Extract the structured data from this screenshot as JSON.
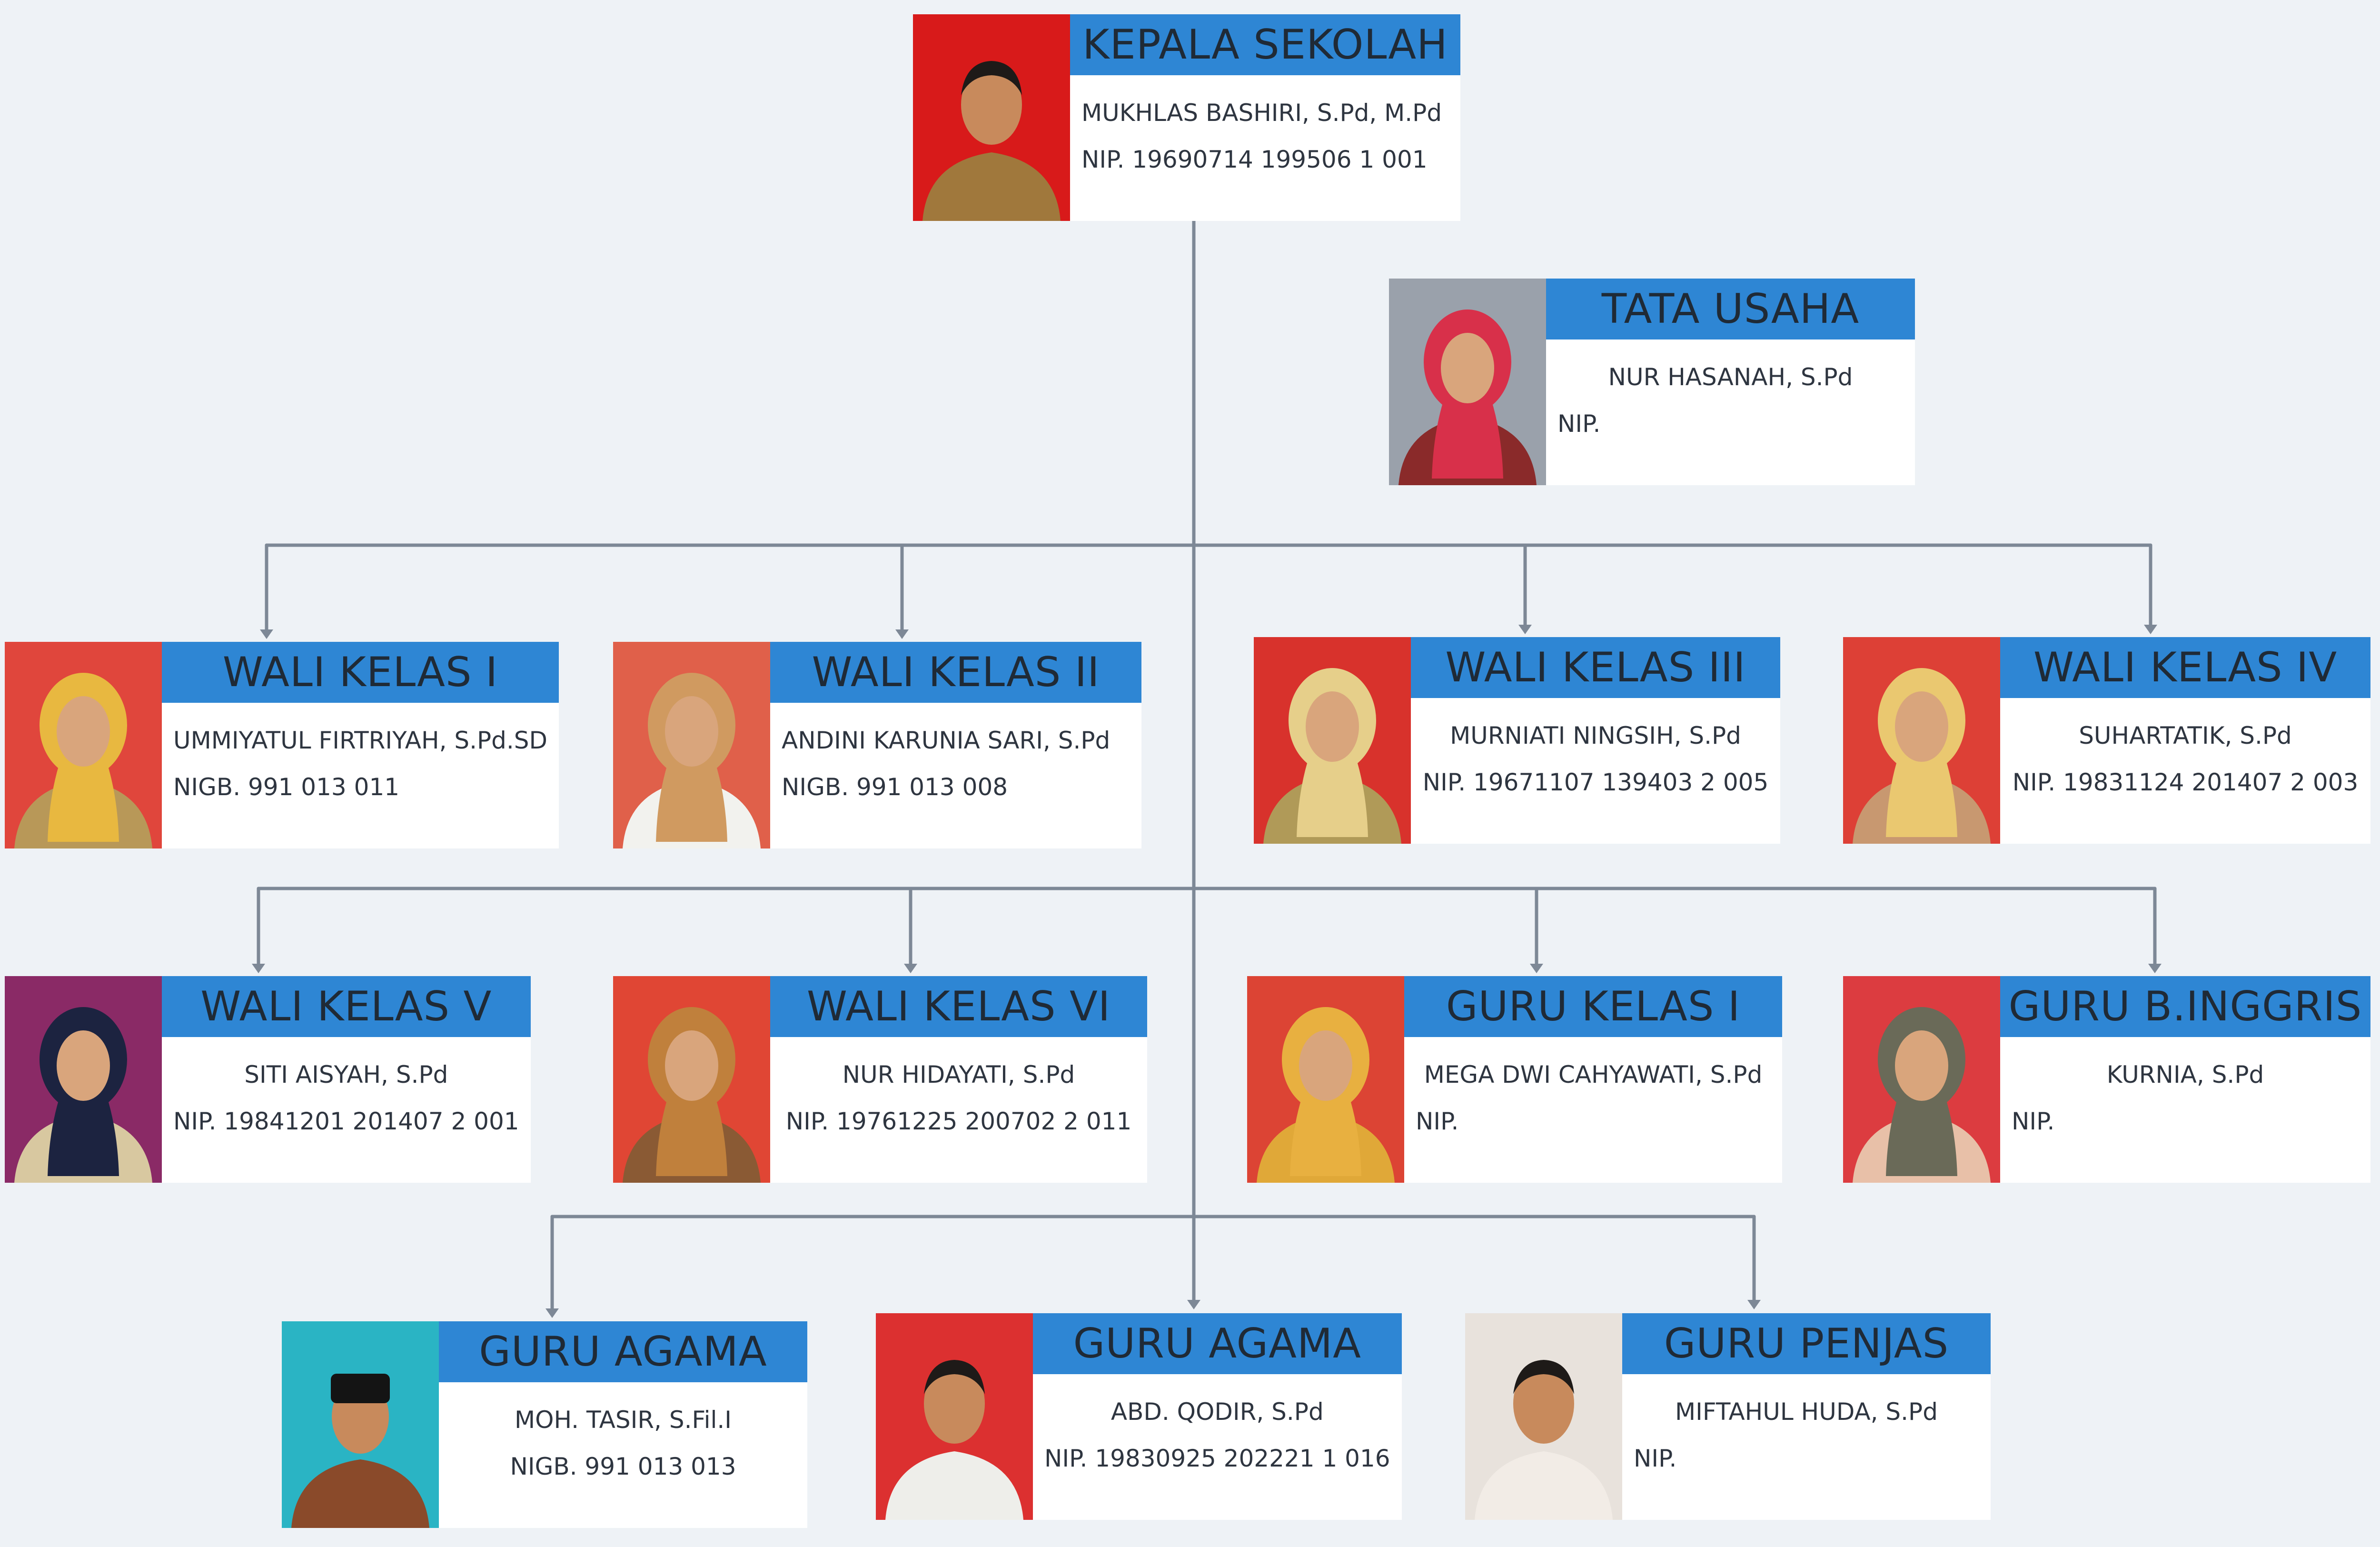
{
  "cards": [
    {
      "key": "kepala",
      "title": "KEPALA SEKOLAH",
      "name": "MUKHLAS BASHIRI, S.Pd, M.Pd",
      "id": "NIP. 19690714 199506 1 001",
      "name_align": "left",
      "id_align": "left",
      "photo_bg": "#d81a1a",
      "clothing": "#a0783c",
      "hijab": "none",
      "hijab_color": ""
    },
    {
      "key": "tata-usaha",
      "title": "TATA USAHA",
      "name": "NUR HASANAH, S.Pd",
      "id": "NIP.",
      "name_align": "center",
      "id_align": "left",
      "photo_bg": "#9aa1ab",
      "clothing": "#8a2a2a",
      "hijab": "scarf",
      "hijab_color": "#d8304a"
    },
    {
      "key": "wali-kelas-1",
      "title": "WALI KELAS I",
      "name": "UMMIYATUL FIRTRIYAH, S.Pd.SD",
      "id": "NIGB. 991 013 011",
      "name_align": "left",
      "id_align": "left",
      "photo_bg": "#e0463c",
      "clothing": "#b89858",
      "hijab": "scarf",
      "hijab_color": "#e8b840"
    },
    {
      "key": "wali-kelas-2",
      "title": "WALI KELAS II",
      "name": "ANDINI KARUNIA SARI, S.Pd",
      "id": "NIGB. 991 013 008",
      "name_align": "left",
      "id_align": "left",
      "photo_bg": "#e0604a",
      "clothing": "#f2f2ee",
      "hijab": "scarf",
      "hijab_color": "#d09a60"
    },
    {
      "key": "wali-kelas-3",
      "title": "WALI KELAS III",
      "name": "MURNIATI NINGSIH, S.Pd",
      "id": "NIP. 19671107 139403 2 005",
      "name_align": "center",
      "id_align": "center",
      "photo_bg": "#d8322c",
      "clothing": "#b09a58",
      "hijab": "scarf",
      "hijab_color": "#e6cf8a"
    },
    {
      "key": "wali-kelas-4",
      "title": "WALI KELAS IV",
      "name": "SUHARTATIK, S.Pd",
      "id": "NIP. 19831124 201407 2 003",
      "name_align": "center",
      "id_align": "center",
      "photo_bg": "#dd4036",
      "clothing": "#c89870",
      "hijab": "scarf",
      "hijab_color": "#eac870"
    },
    {
      "key": "wali-kelas-5",
      "title": "WALI KELAS V",
      "name": "SITI AISYAH, S.Pd",
      "id": "NIP. 19841201 201407 2 001",
      "name_align": "center",
      "id_align": "center",
      "photo_bg": "#8a2a66",
      "clothing": "#d8c8a0",
      "hijab": "scarf",
      "hijab_color": "#1c2340"
    },
    {
      "key": "wali-kelas-6",
      "title": "WALI KELAS VI",
      "name": "NUR HIDAYATI, S.Pd",
      "id": "NIP. 19761225 200702 2 011",
      "name_align": "center",
      "id_align": "center",
      "photo_bg": "#e04634",
      "clothing": "#8a5a34",
      "hijab": "scarf",
      "hijab_color": "#c0803c"
    },
    {
      "key": "guru-kelas-1",
      "title": "GURU KELAS I",
      "name": "MEGA DWI CAHYAWATI, S.Pd",
      "id": "NIP.",
      "name_align": "center",
      "id_align": "left",
      "photo_bg": "#dc4434",
      "clothing": "#e0a838",
      "hijab": "scarf",
      "hijab_color": "#e8b040"
    },
    {
      "key": "guru-b-inggris",
      "title": "GURU B.INGGRIS",
      "name": "KURNIA, S.Pd",
      "id": "NIP.",
      "name_align": "center",
      "id_align": "left",
      "photo_bg": "#dc3c40",
      "clothing": "#e8c0a8",
      "hijab": "scarf",
      "hijab_color": "#6a6a58"
    },
    {
      "key": "guru-agama-1",
      "title": "GURU AGAMA",
      "name": "MOH. TASIR, S.Fil.I",
      "id": "NIGB. 991 013 013",
      "name_align": "center",
      "id_align": "center",
      "photo_bg": "#2ab4c4",
      "clothing": "#8a4a2a",
      "hijab": "cap",
      "hijab_color": "#141414"
    },
    {
      "key": "guru-agama-2",
      "title": "GURU AGAMA",
      "name": "ABD. QODIR, S.Pd",
      "id": "NIP. 19830925 202221 1 016",
      "name_align": "center",
      "id_align": "center",
      "photo_bg": "#dc3030",
      "clothing": "#eeeeea",
      "hijab": "none",
      "hijab_color": ""
    },
    {
      "key": "guru-penjas",
      "title": "GURU PENJAS",
      "name": "MIFTAHUL HUDA, S.Pd",
      "id": "NIP.",
      "name_align": "center",
      "id_align": "left",
      "photo_bg": "#e8e2dc",
      "clothing": "#f2ece6",
      "hijab": "none",
      "hijab_color": ""
    }
  ]
}
